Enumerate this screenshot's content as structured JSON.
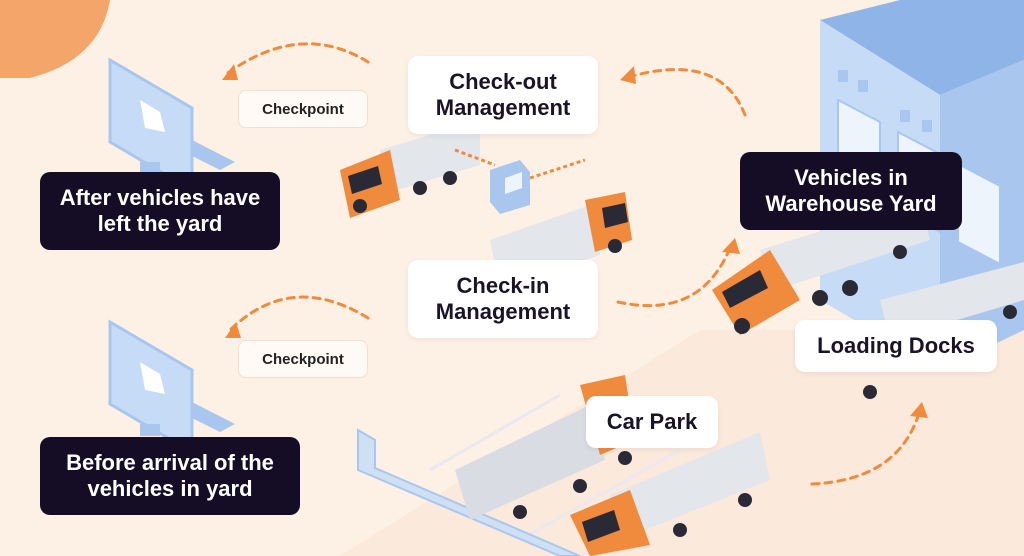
{
  "labels": {
    "checkout": "Check-out Management",
    "checkin": "Check-in Management",
    "vehicles_yard": "Vehicles in Warehouse Yard",
    "loading_docks": "Loading Docks",
    "car_park": "Car Park",
    "after_vehicles": "After vehicles have left the yard",
    "before_arrival": "Before arrival of the vehicles in yard",
    "checkpoint_top": "Checkpoint",
    "checkpoint_bottom": "Checkpoint"
  },
  "colors": {
    "background": "#fdf1e6",
    "accent_orange": "#f08a3c",
    "dark_box": "#140d25",
    "building_blue": "#a9c7ee",
    "trailer_grey": "#d9dde3"
  }
}
